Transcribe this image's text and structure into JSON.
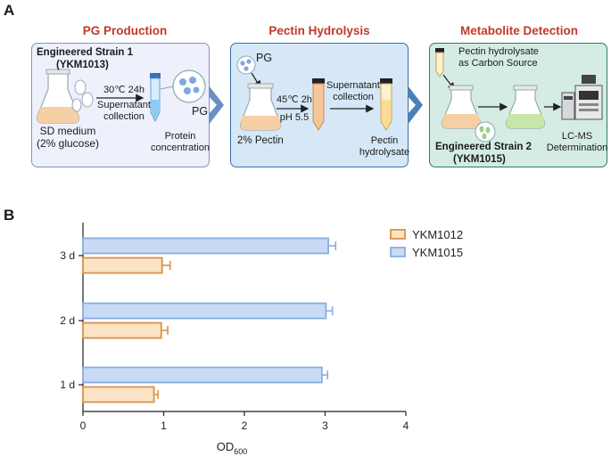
{
  "panel_a": {
    "letter": "A",
    "step1": {
      "title": "PG Production",
      "strain_line1": "Engineered Strain 1",
      "strain_line2": "(YKM1013)",
      "medium_line1": "SD medium",
      "medium_line2": "(2% glucose)",
      "cond1": "30℃ 24h",
      "cond2": "Supernatant",
      "cond3": "collection",
      "pg": "PG",
      "out1": "Protein",
      "out2": "concentration"
    },
    "step2": {
      "title": "Pectin Hydrolysis",
      "pg": "PG",
      "substrate": "2% Pectin",
      "cond1": "45℃ 2h",
      "cond2": "pH 5.5",
      "collect1": "Supernatant",
      "collect2": "collection",
      "out1": "Pectin",
      "out2": "hydrolysate"
    },
    "step3": {
      "title": "Metabolite Detection",
      "source1": "Pectin hydrolysate",
      "source2": "as Carbon Source",
      "strain_line1": "Engineered Strain 2",
      "strain_line2": "(YKM1015)",
      "out1": "LC-MS",
      "out2": "Determination"
    }
  },
  "panel_b": {
    "letter": "B"
  },
  "chart_data": {
    "type": "bar",
    "orientation": "horizontal",
    "categories": [
      "1 d",
      "2 d",
      "3 d"
    ],
    "series": [
      {
        "name": "YKM1012",
        "values": [
          0.88,
          0.97,
          0.98
        ],
        "errors": [
          0.05,
          0.08,
          0.1
        ],
        "color": "#d9924a",
        "fill": "#fbe3c6"
      },
      {
        "name": "YKM1015",
        "values": [
          2.96,
          3.01,
          3.04
        ],
        "errors": [
          0.07,
          0.08,
          0.09
        ],
        "color": "#8aaee0",
        "fill": "#c8daf5"
      }
    ],
    "xlabel_main": "OD",
    "xlabel_sub": "600",
    "xlim": [
      0,
      4
    ],
    "xticks": [
      "0",
      "1",
      "2",
      "3",
      "4"
    ],
    "legend_position": "top-right",
    "grid": false
  }
}
